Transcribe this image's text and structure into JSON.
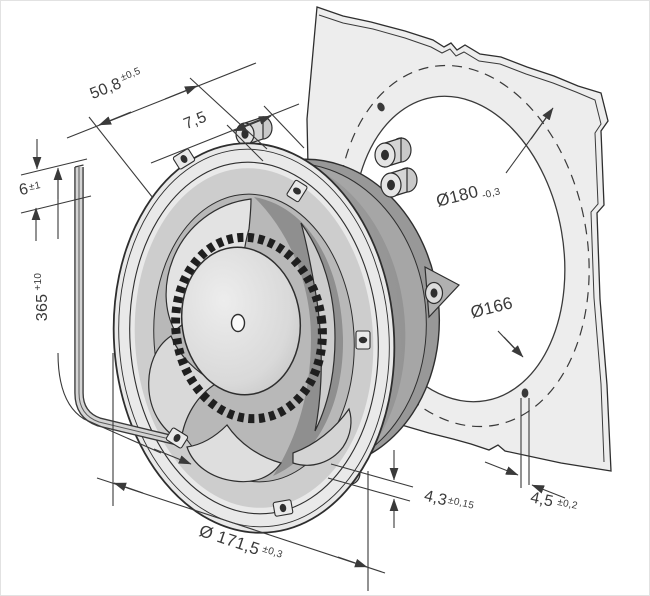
{
  "drawing": {
    "kind": "axial-fan-dimensional-drawing",
    "colors": {
      "line": "#3a3a3a",
      "outline": "#2e2e2e",
      "panel_fill": "#ededed",
      "panel_hole": "#ffffff",
      "drum_dark": "#989898",
      "drum_mid": "#a6a6a6",
      "ring_fill": "#e9e9e9",
      "venturi": "#cdcdcd",
      "opening": "#b8b8b8",
      "interior_shadow": "#8f8f8f",
      "blade_fill": "#e0e0e0",
      "hub_fill": "#dcdcdc",
      "knurl": "#1f1f1f",
      "cable_fill": "#d4d4d4",
      "background": "#ffffff"
    },
    "dimensions": {
      "housing_depth": {
        "value": "50,8",
        "tolerance": "±0,5"
      },
      "flange_depth": {
        "value": "7,5",
        "tolerance": ""
      },
      "lead_protrusion": {
        "value": "6",
        "tolerance": "±1"
      },
      "lead_length": {
        "value": "365",
        "tolerance": "+10"
      },
      "mounting_pitch_circle": {
        "value": "Ø180",
        "tolerance": "-0,3"
      },
      "cutout_diameter": {
        "value": "Ø166",
        "tolerance": ""
      },
      "fan_diameter": {
        "value": "Ø 171,5",
        "tolerance": "±0,3"
      },
      "boss_height": {
        "value": "4,3",
        "tolerance": "±0,15"
      },
      "mounting_hole": {
        "value": "4,5",
        "tolerance": "±0,2"
      }
    }
  }
}
